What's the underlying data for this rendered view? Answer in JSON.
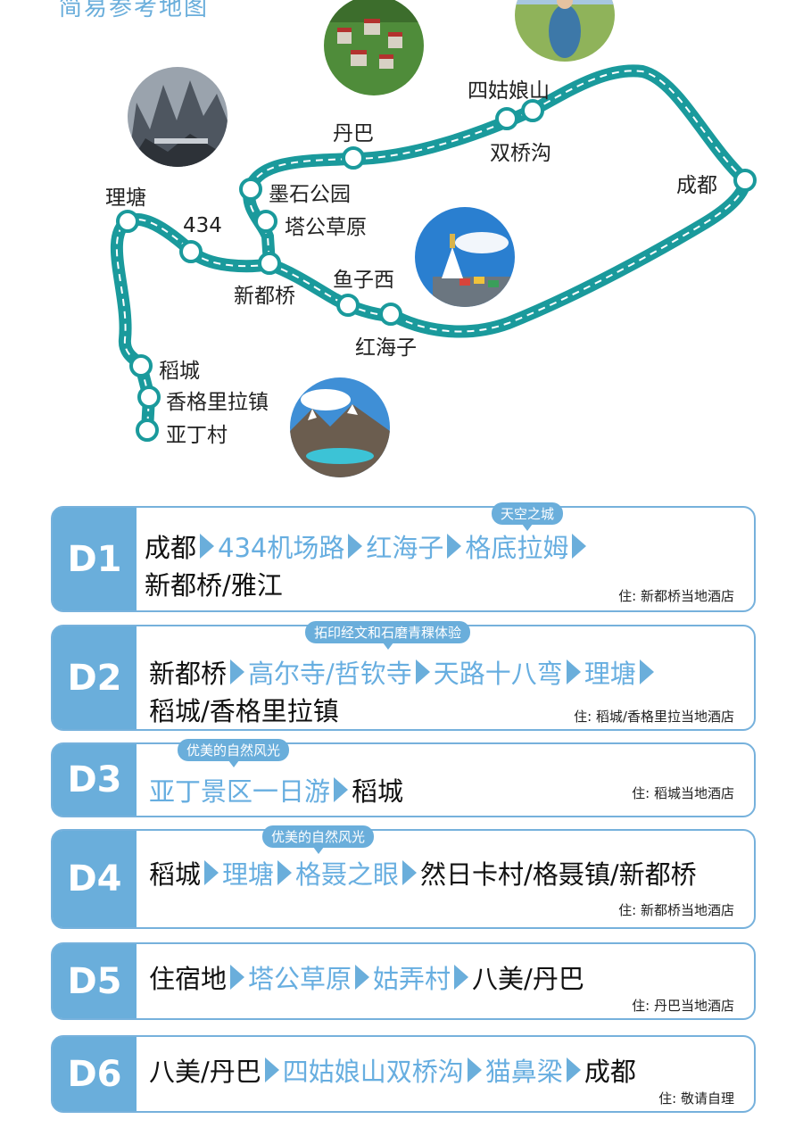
{
  "map": {
    "title": "简易参考地图",
    "places": {
      "chengdu": "成都",
      "sigu": "四姑娘山",
      "shuangqiao": "双桥沟",
      "danba": "丹巴",
      "moshi": "墨石公园",
      "tagong": "塔公草原",
      "litang": "理塘",
      "n434": "434",
      "xinduqiao": "新都桥",
      "yuzixi": "鱼子西",
      "honghaizi": "红海子",
      "daocheng": "稻城",
      "shangri": "香格里拉镇",
      "yading": "亚丁村"
    },
    "colors": {
      "route": "#1a9a9c",
      "accent": "#6aaedb"
    }
  },
  "days": [
    {
      "label": "D1",
      "tag": "天空之城",
      "line1": [
        {
          "text": "成都",
          "hl": false,
          "arrow": true
        },
        {
          "text": "434机场路",
          "hl": true,
          "arrow": true
        },
        {
          "text": "红海子",
          "hl": true,
          "arrow": true
        },
        {
          "text": "格底拉姆",
          "hl": true,
          "arrow": true
        }
      ],
      "line2": "新都桥/雅江",
      "lodging": "住: 新都桥当地酒店"
    },
    {
      "label": "D2",
      "tag": "拓印经文和石磨青稞体验",
      "line1": [
        {
          "text": "新都桥",
          "hl": false,
          "arrow": true
        },
        {
          "text": "高尔寺/哲钦寺",
          "hl": true,
          "arrow": true
        },
        {
          "text": "天路十八弯",
          "hl": true,
          "arrow": true
        },
        {
          "text": "理塘",
          "hl": true,
          "arrow": true
        }
      ],
      "line2": "稻城/香格里拉镇",
      "lodging": "住: 稻城/香格里拉当地酒店"
    },
    {
      "label": "D3",
      "tag": "优美的自然风光",
      "line1": [
        {
          "text": "亚丁景区一日游",
          "hl": true,
          "arrow": true
        },
        {
          "text": "稻城",
          "hl": false,
          "arrow": false
        }
      ],
      "lodging": "住: 稻城当地酒店"
    },
    {
      "label": "D4",
      "tag": "优美的自然风光",
      "line1": [
        {
          "text": "稻城",
          "hl": false,
          "arrow": true
        },
        {
          "text": "理塘",
          "hl": true,
          "arrow": true
        },
        {
          "text": "格聂之眼",
          "hl": true,
          "arrow": true
        },
        {
          "text": "然日卡村/格聂镇/新都桥",
          "hl": false,
          "arrow": false
        }
      ],
      "lodging": "住: 新都桥当地酒店"
    },
    {
      "label": "D5",
      "line1": [
        {
          "text": "住宿地",
          "hl": false,
          "arrow": true
        },
        {
          "text": "塔公草原",
          "hl": true,
          "arrow": true
        },
        {
          "text": "姑弄村",
          "hl": true,
          "arrow": true
        },
        {
          "text": "八美/丹巴",
          "hl": false,
          "arrow": false
        }
      ],
      "lodging": "住: 丹巴当地酒店"
    },
    {
      "label": "D6",
      "line1": [
        {
          "text": "八美/丹巴",
          "hl": false,
          "arrow": true
        },
        {
          "text": "四姑娘山双桥沟",
          "hl": true,
          "arrow": true
        },
        {
          "text": "猫鼻梁",
          "hl": true,
          "arrow": true
        },
        {
          "text": "成都",
          "hl": false,
          "arrow": false
        }
      ],
      "lodging": "住: 敬请自理"
    }
  ]
}
